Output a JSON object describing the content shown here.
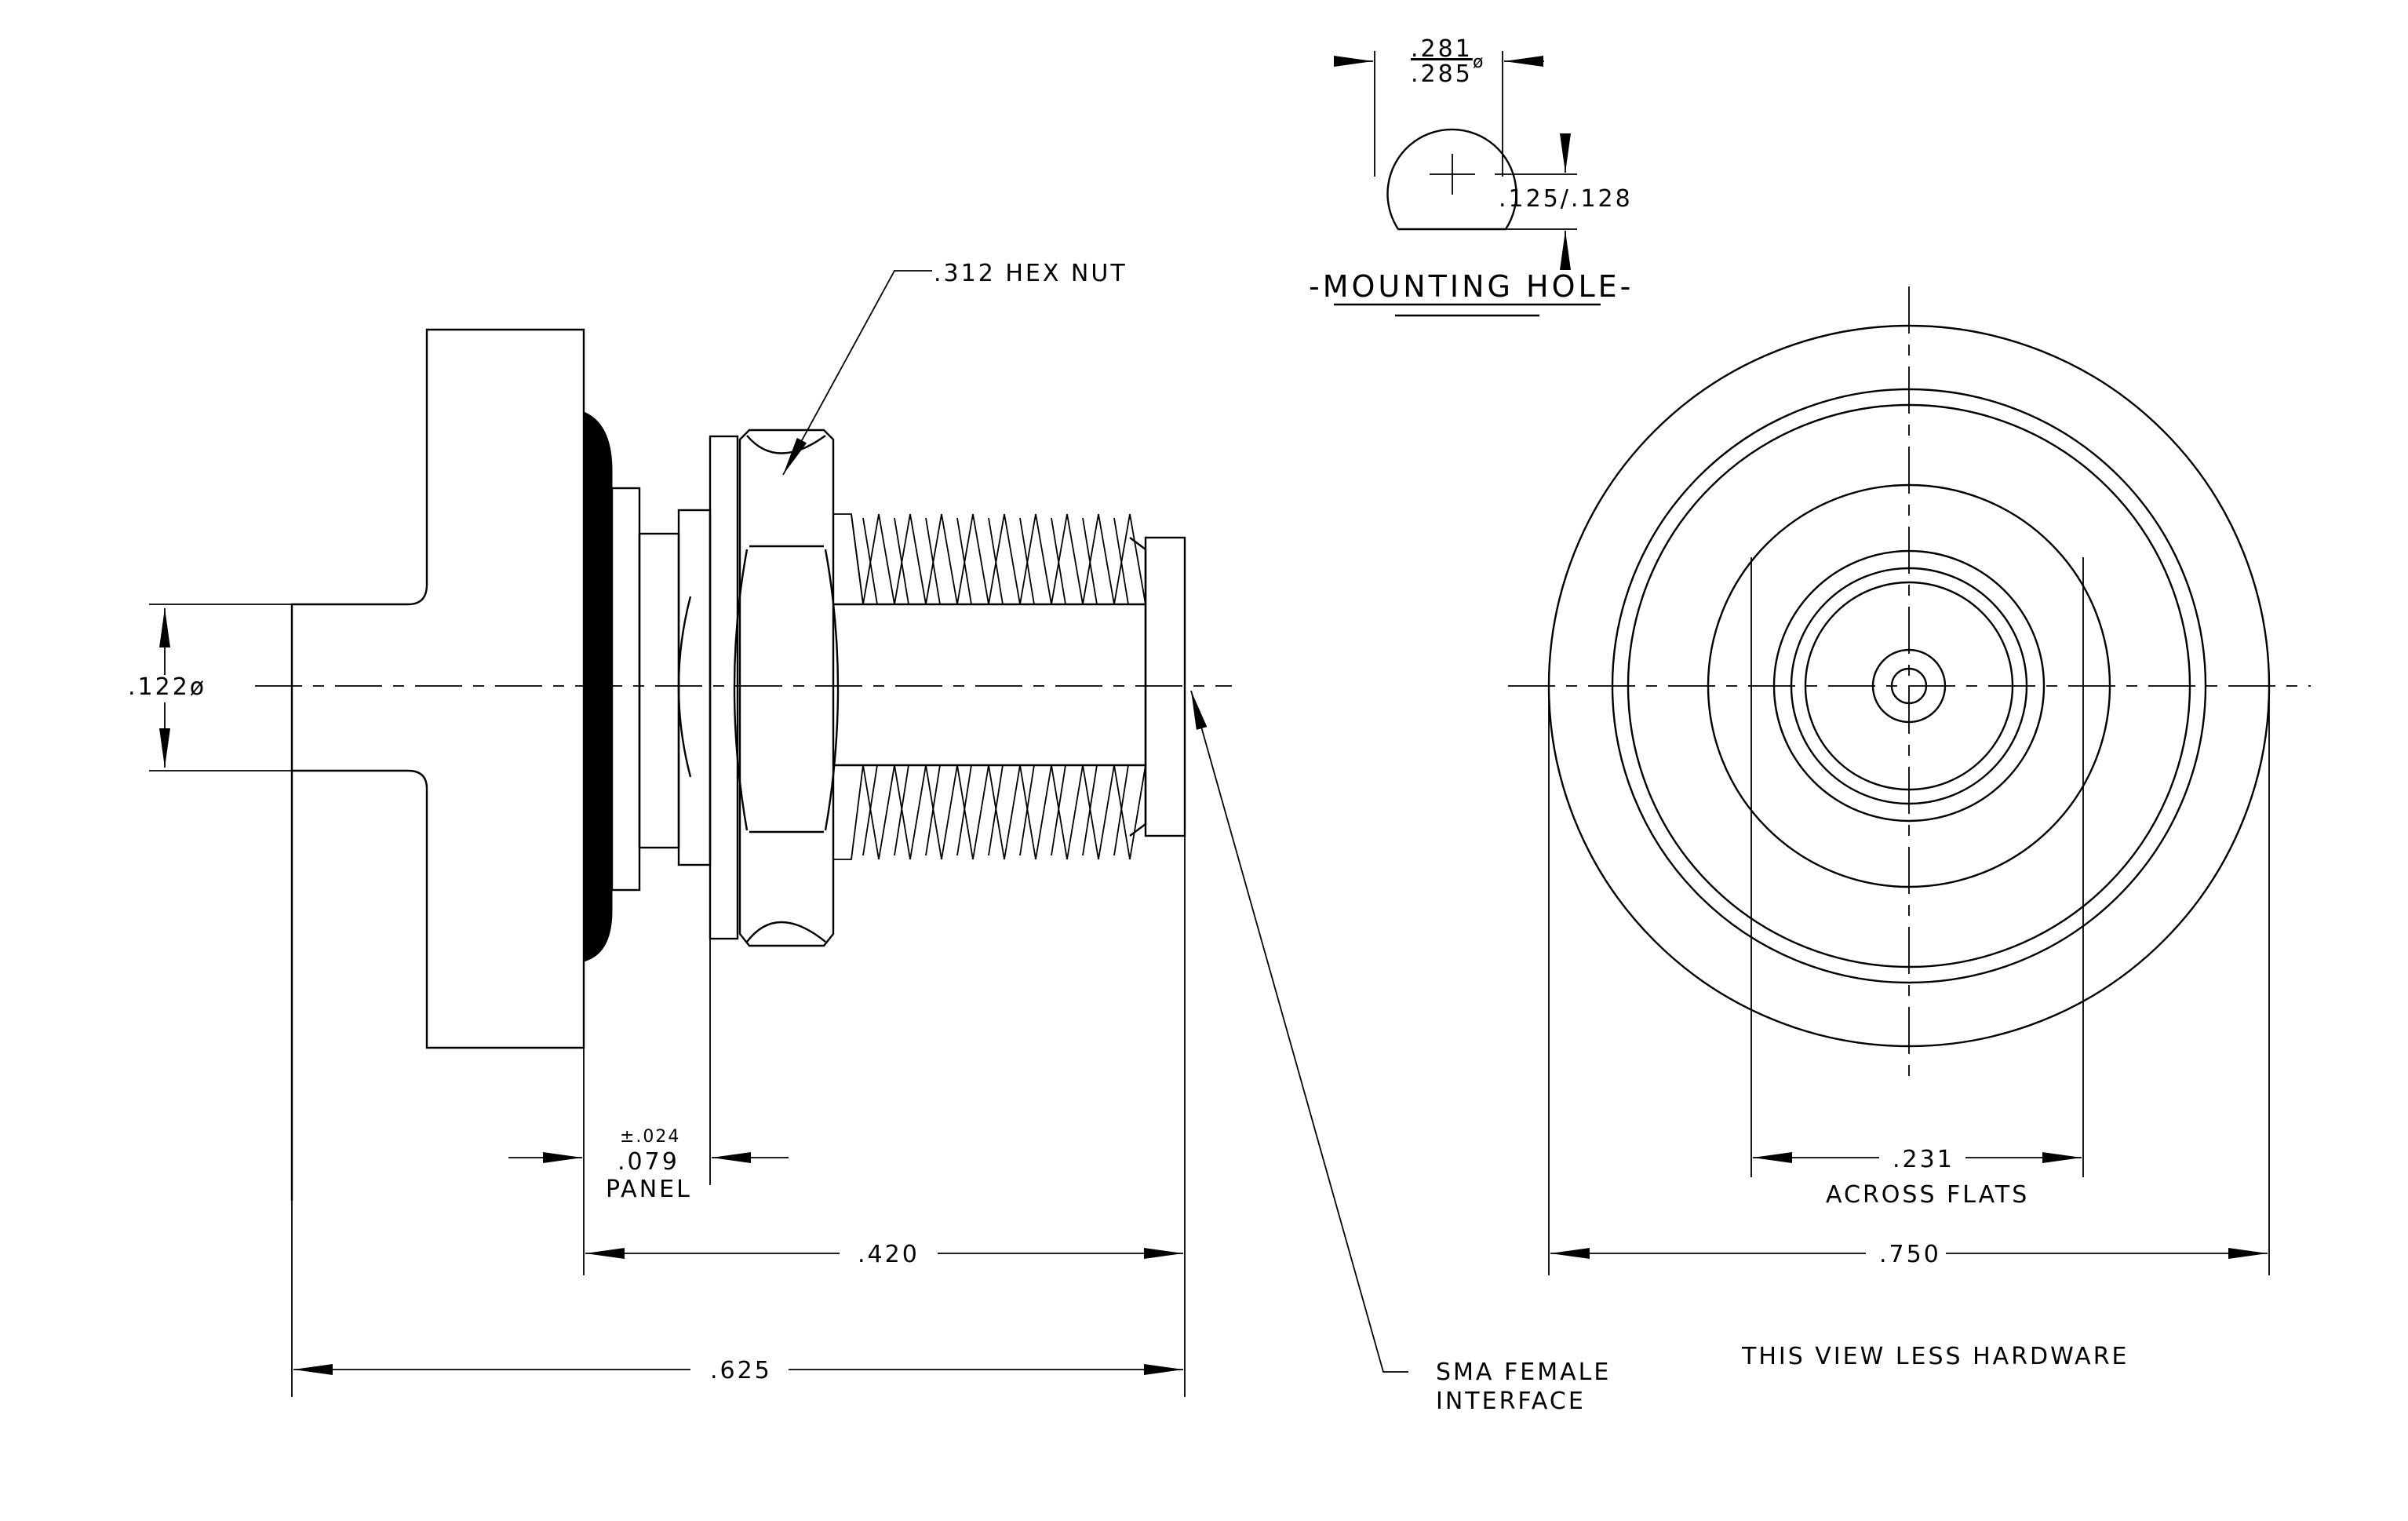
{
  "title": "",
  "labels": {
    "hex_nut": ".312 HEX NUT",
    "mounting_hole": "-MOUNTING HOLE-",
    "hole_dia_top": ".281",
    "hole_dia_bottom": ".285",
    "hole_dia_symbol": "ø",
    "hole_flat": ".125/.128",
    "pin_dia": ".122ø",
    "panel_tol": "±.024",
    "panel_val": ".079",
    "panel_word": "PANEL",
    "dim_420": ".420",
    "dim_625": ".625",
    "sma_line1": "SMA FEMALE",
    "sma_line2": "INTERFACE",
    "across_flats_val": ".231",
    "across_flats_word": "ACROSS FLATS",
    "dim_750": ".750",
    "less_hardware": "THIS VIEW LESS HARDWARE"
  },
  "colors": {
    "ink": "#000000",
    "paper": "#ffffff"
  }
}
